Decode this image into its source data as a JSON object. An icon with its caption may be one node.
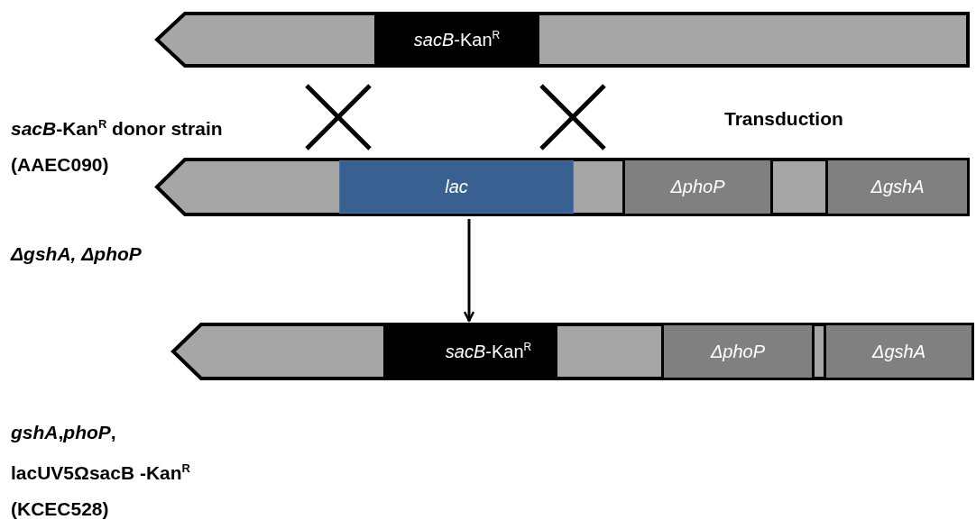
{
  "diagram": {
    "nodes": [
      {
        "text": [],
        "shape": "bar"
      },
      {
        "text": [
          "*sacB*-Kan$^{R}$"
        ],
        "in": 0
      },
      {
        "text": [],
        "shape": "bar"
      },
      {
        "text": [
          "lac"
        ],
        "in": 2
      },
      {
        "text": [
          "ΔphoP"
        ],
        "in": 2
      },
      {
        "text": [
          "ΔgshA"
        ],
        "in": 2
      },
      {
        "text": [],
        "shape": "bar"
      },
      {
        "text": [
          "*sacB*-Kan$^{R}$"
        ],
        "in": 6
      },
      {
        "text": [
          "ΔphoP"
        ],
        "in": 6
      },
      {
        "text": [
          "ΔgshA"
        ],
        "in": 6
      }
    ],
    "edges": [
      {
        "from": 2,
        "to": 6,
        "arrow": "to"
      }
    ],
    "labels": [
      "*sacB*-Kan$^{R}$ donor strain (AAEC090)",
      "Transduction",
      "ΔgshA, ΔphoP",
      "*gshA*,*phoP*, lacUV5ΩsacB -Kan$^{R}$ (KCEC528)"
    ]
  }
}
